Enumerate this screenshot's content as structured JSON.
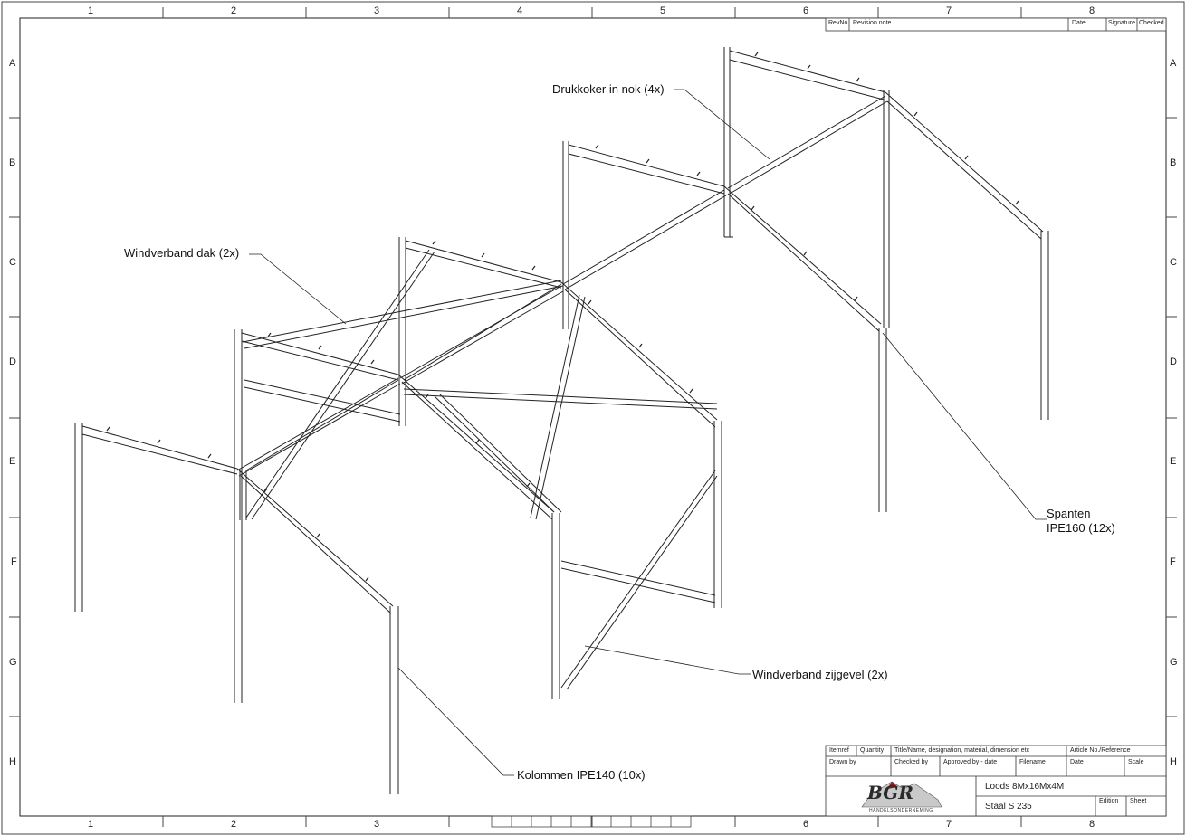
{
  "grid": {
    "columns": [
      "1",
      "2",
      "3",
      "4",
      "5",
      "6",
      "7",
      "8"
    ],
    "rows": [
      "A",
      "B",
      "C",
      "D",
      "E",
      "F",
      "G",
      "H"
    ]
  },
  "revision_block": {
    "headers": [
      "RevNo",
      "Revision note",
      "Date",
      "Signature",
      "Checked"
    ]
  },
  "callouts": {
    "drukkoker": "Drukkoker in nok (4x)",
    "windverband_dak": "Windverband dak (2x)",
    "spanten_line1": "Spanten",
    "spanten_line2": "IPE160 (12x)",
    "windverband_zijgevel": "Windverband zijgevel (2x)",
    "kolommen": "Kolommen IPE140 (10x)"
  },
  "title_block": {
    "headers": [
      "Itemref",
      "Quantity",
      "Title/Name, designation, material, dimension etc",
      "Article No./Reference"
    ],
    "labels": [
      "Drawn by",
      "Checked by",
      "Approved by - date",
      "Filename",
      "Date",
      "Scale"
    ],
    "title": "Loods 8Mx16Mx4M",
    "material": "Staal S 235",
    "edition_label": "Edition",
    "sheet_label": "Sheet",
    "logo_text": "BGR",
    "logo_subtitle": "HANDELSONDERNEMING"
  }
}
